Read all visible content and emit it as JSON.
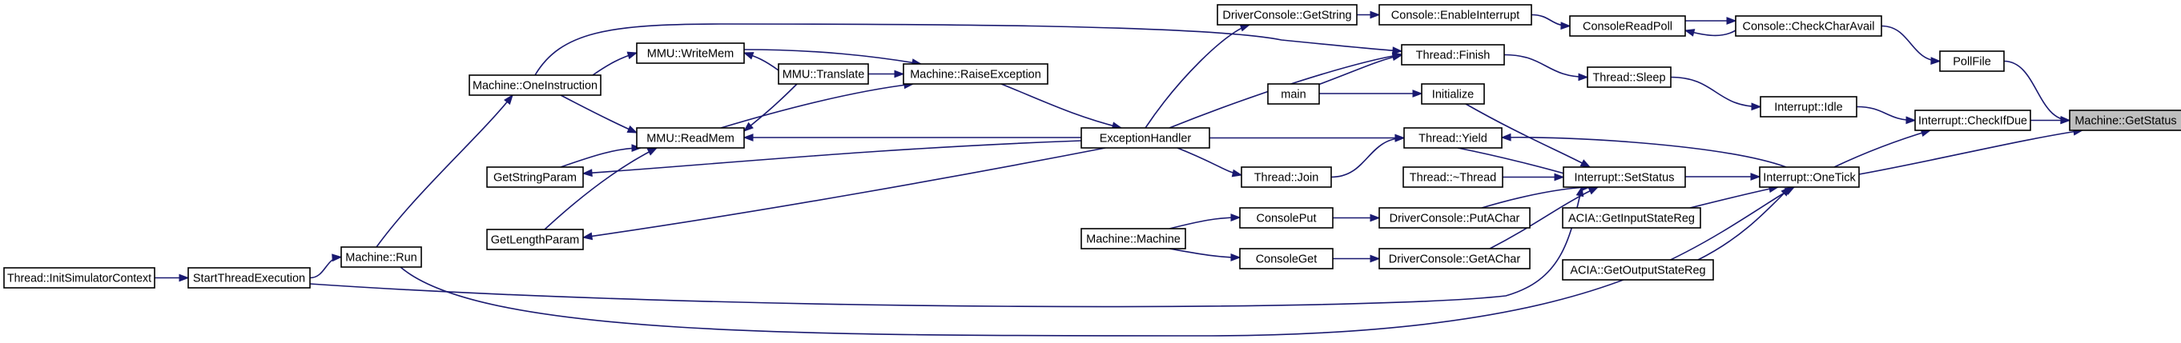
{
  "graph": {
    "title": "",
    "colors": {
      "edge": "#191970",
      "node_border": "#000000",
      "focus_fill": "#bfbfbf",
      "background": "#ffffff"
    },
    "nodes": {
      "GetStatus": "Machine::GetStatus",
      "CheckIfDue": "Interrupt::CheckIfDue",
      "OneTick": "Interrupt::OneTick",
      "Idle": "Interrupt::Idle",
      "PollFile": "PollFile",
      "CheckCharAvail": "Console::CheckCharAvail",
      "ConsoleReadPoll": "ConsoleReadPoll",
      "EnableInterrupt": "Console::EnableInterrupt",
      "DcGetString": "DriverConsole::GetString",
      "ThreadSleep": "Thread::Sleep",
      "ThreadFinish": "Thread::Finish",
      "Main": "main",
      "Initialize": "Initialize",
      "ThreadYield": "Thread::Yield",
      "SetStatus": "Interrupt::SetStatus",
      "ThreadDtor": "Thread::~Thread",
      "ThreadJoin": "Thread::Join",
      "ExceptionHandler": "ExceptionHandler",
      "RaiseException": "Machine::RaiseException",
      "Translate": "MMU::Translate",
      "WriteMem": "MMU::WriteMem",
      "ReadMem": "MMU::ReadMem",
      "OneInstruction": "Machine::OneInstruction",
      "GetStringParam": "GetStringParam",
      "GetLengthParam": "GetLengthParam",
      "MachineRun": "Machine::Run",
      "StartThreadExecution": "StartThreadExecution",
      "InitSimulatorContext": "Thread::InitSimulatorContext",
      "DcPutAChar": "DriverConsole::PutAChar",
      "DcGetAChar": "DriverConsole::GetAChar",
      "ConsolePut": "ConsolePut",
      "ConsoleGet": "ConsoleGet",
      "MachineCtor": "Machine::Machine",
      "AciaGetInput": "ACIA::GetInputStateReg",
      "AciaGetOutput": "ACIA::GetOutputStateReg"
    },
    "edges": [
      [
        "CheckIfDue",
        "GetStatus"
      ],
      [
        "OneTick",
        "GetStatus"
      ],
      [
        "PollFile",
        "GetStatus"
      ],
      [
        "Idle",
        "CheckIfDue"
      ],
      [
        "OneTick",
        "CheckIfDue"
      ],
      [
        "CheckCharAvail",
        "PollFile"
      ],
      [
        "ConsoleReadPoll",
        "CheckCharAvail"
      ],
      [
        "CheckCharAvail",
        "ConsoleReadPoll"
      ],
      [
        "EnableInterrupt",
        "ConsoleReadPoll"
      ],
      [
        "DcGetString",
        "EnableInterrupt"
      ],
      [
        "ExceptionHandler",
        "DcGetString"
      ],
      [
        "ThreadSleep",
        "Idle"
      ],
      [
        "ThreadFinish",
        "ThreadSleep"
      ],
      [
        "Main",
        "ThreadFinish"
      ],
      [
        "ExceptionHandler",
        "ThreadFinish"
      ],
      [
        "OneInstruction",
        "ThreadFinish"
      ],
      [
        "Main",
        "Initialize"
      ],
      [
        "Initialize",
        "SetStatus"
      ],
      [
        "ExceptionHandler",
        "ThreadYield"
      ],
      [
        "ThreadJoin",
        "ThreadYield"
      ],
      [
        "OneTick",
        "ThreadYield"
      ],
      [
        "ThreadYield",
        "SetStatus"
      ],
      [
        "SetStatus",
        "OneTick"
      ],
      [
        "ThreadDtor",
        "SetStatus"
      ],
      [
        "ExceptionHandler",
        "ThreadJoin"
      ],
      [
        "RaiseException",
        "ExceptionHandler"
      ],
      [
        "Translate",
        "RaiseException"
      ],
      [
        "WriteMem",
        "RaiseException"
      ],
      [
        "ReadMem",
        "RaiseException"
      ],
      [
        "Translate",
        "WriteMem"
      ],
      [
        "Translate",
        "ReadMem"
      ],
      [
        "OneInstruction",
        "WriteMem"
      ],
      [
        "OneInstruction",
        "ReadMem"
      ],
      [
        "ExceptionHandler",
        "ReadMem"
      ],
      [
        "GetStringParam",
        "ReadMem"
      ],
      [
        "GetLengthParam",
        "ReadMem"
      ],
      [
        "ExceptionHandler",
        "GetStringParam"
      ],
      [
        "ExceptionHandler",
        "GetLengthParam"
      ],
      [
        "MachineRun",
        "OneInstruction"
      ],
      [
        "StartThreadExecution",
        "MachineRun"
      ],
      [
        "InitSimulatorContext",
        "StartThreadExecution"
      ],
      [
        "StartThreadExecution",
        "SetStatus"
      ],
      [
        "MachineRun",
        "OneTick"
      ],
      [
        "DcPutAChar",
        "SetStatus"
      ],
      [
        "DcGetAChar",
        "SetStatus"
      ],
      [
        "ConsolePut",
        "DcPutAChar"
      ],
      [
        "ConsoleGet",
        "DcGetAChar"
      ],
      [
        "MachineCtor",
        "ConsolePut"
      ],
      [
        "MachineCtor",
        "ConsoleGet"
      ],
      [
        "AciaGetInput",
        "OneTick"
      ],
      [
        "AciaGetOutput",
        "OneTick"
      ]
    ]
  }
}
